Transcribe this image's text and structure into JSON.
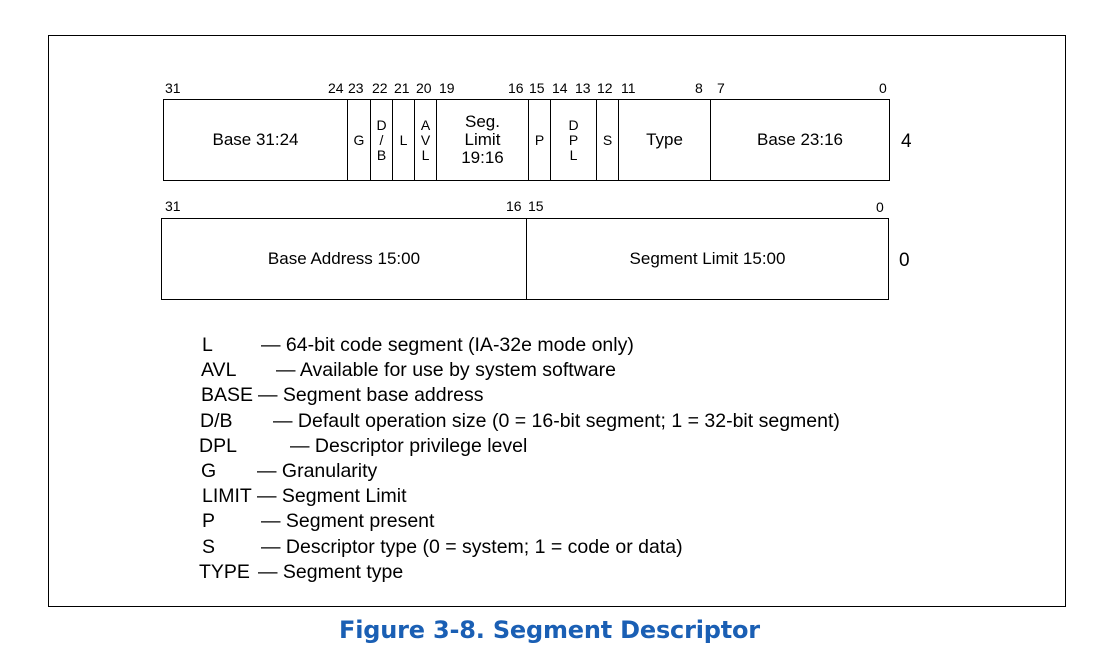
{
  "upper_row": {
    "bit_numbers": [
      "31",
      "24",
      "23",
      "22",
      "21",
      "20",
      "19",
      "16",
      "15",
      "14",
      "13",
      "12",
      "11",
      "8",
      "7",
      "0"
    ],
    "fields": {
      "base_31_24": "Base 31:24",
      "g": "G",
      "db": [
        "D",
        "/",
        "B"
      ],
      "l": "L",
      "avl": [
        "A",
        "V",
        "L"
      ],
      "seg_limit": [
        "Seg.",
        "Limit",
        "19:16"
      ],
      "p": "P",
      "dpl": [
        "D",
        "P",
        "L"
      ],
      "s": "S",
      "type": "Type",
      "base_23_16": "Base 23:16"
    },
    "offset": "4"
  },
  "lower_row": {
    "bit_numbers": [
      "31",
      "16",
      "15",
      "0"
    ],
    "fields": {
      "base_address": "Base Address 15:00",
      "segment_limit": "Segment Limit 15:00"
    },
    "offset": "0"
  },
  "legend": [
    {
      "term": "L",
      "desc": "— 64-bit code segment (IA-32e mode only)"
    },
    {
      "term": "AVL",
      "desc": "— Available for use by system software"
    },
    {
      "term": "BASE",
      "desc": "— Segment base address"
    },
    {
      "term": "D/B",
      "desc": "— Default operation size (0 = 16-bit segment; 1 = 32-bit segment)"
    },
    {
      "term": "DPL",
      "desc": "— Descriptor privilege level"
    },
    {
      "term": "G",
      "desc": "— Granularity"
    },
    {
      "term": "LIMIT",
      "desc": "— Segment Limit"
    },
    {
      "term": "P",
      "desc": "— Segment present"
    },
    {
      "term": "S",
      "desc": "— Descriptor type (0 = system; 1 = code or data)"
    },
    {
      "term": "TYPE",
      "desc": "— Segment type"
    }
  ],
  "caption": "Figure 3-8.  Segment Descriptor"
}
